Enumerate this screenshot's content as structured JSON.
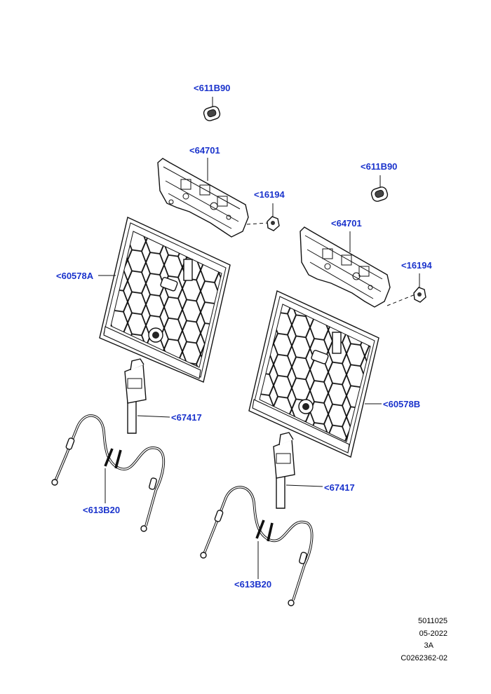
{
  "callouts": {
    "clip_upper_left": "<611B90",
    "bracket_left": "<64701",
    "nut_left": "<16194",
    "frame_left": "<60578A",
    "latch_left": "<67417",
    "cable_left": "<613B20",
    "clip_right": "<611B90",
    "bracket_right": "<64701",
    "nut_right": "<16194",
    "frame_right": "<60578B",
    "latch_right": "<67417",
    "cable_right": "<613B20"
  },
  "meta": {
    "number": "5011025",
    "date": "05-2022",
    "revision": "3A",
    "code": "C0262362-02"
  },
  "colors": {
    "callout": "#1a33cc",
    "line": "#111111"
  }
}
